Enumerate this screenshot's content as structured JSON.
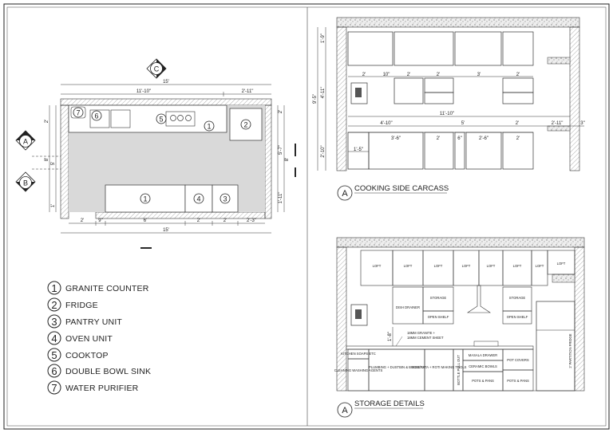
{
  "legend": [
    {
      "num": "1",
      "label": "GRANITE COUNTER"
    },
    {
      "num": "2",
      "label": "FRIDGE"
    },
    {
      "num": "3",
      "label": "PANTRY UNIT"
    },
    {
      "num": "4",
      "label": "OVEN UNIT"
    },
    {
      "num": "5",
      "label": "COOKTOP"
    },
    {
      "num": "6",
      "label": "DOUBLE BOWL SINK"
    },
    {
      "num": "7",
      "label": "WATER PURIFIER"
    }
  ],
  "plan": {
    "markers": {
      "a": "A",
      "b": "B",
      "c": "C"
    },
    "top_dims": {
      "overall": "15'",
      "left": "11'-10\"",
      "right": "2'-11\""
    },
    "bottom_dims": {
      "d1": "2'",
      "d2": "9\"",
      "d3": "6'",
      "d4": "2'",
      "d5": "2'",
      "d6": "2'-3\"",
      "overall": "15'"
    },
    "left_dims": {
      "d1": "2'",
      "d2": "5'",
      "d3": "1'",
      "overall": "8'"
    },
    "right_dims": {
      "d1": "2'",
      "d2": "5'-7\"",
      "d3": "1'-11\"",
      "overall": "8'"
    },
    "tags": {
      "t7": "7",
      "t6": "6",
      "t5": "5",
      "t1a": "1",
      "t2": "2",
      "t1b": "1",
      "t4": "4",
      "t3": "3"
    }
  },
  "carcass": {
    "title_marker": "A",
    "title": "COOKING SIDE CARCASS",
    "upper_dims": {
      "u1": "2'",
      "u2": "10\"",
      "u3": "2'",
      "u4": "2'",
      "u5": "3'",
      "u6": "2'"
    },
    "mid_dims": {
      "overall": "11'-10\"",
      "right": "2'-11\""
    },
    "lower_dims": {
      "l1": "4'-10\"",
      "l2": "5'",
      "l3": "2'",
      "l4": "3'-6\"",
      "l5": "2'",
      "l6": "6\"",
      "l7": "2'-6\"",
      "l8": "2'",
      "l9": "1'-5\""
    },
    "vertical_dims": {
      "v1": "1'-9\"",
      "v2": "9'-5\"",
      "v3": "4'-11\"",
      "v4": "2'-10\"",
      "v5": "3\""
    }
  },
  "storage": {
    "title_marker": "A",
    "title": "STORAGE DETAILS",
    "loft_label": "LOFT",
    "labels": {
      "dish_drainer": "DISH DRAINER",
      "storage_1": "STORAGE",
      "open_shelf_1": "OPEN SHELF",
      "storage_2": "STORAGE",
      "open_shelf_2": "OPEN SHELF",
      "granite_1": "18MM GRANITE +",
      "granite_2": "18MM CEMENT SHEET",
      "height_dim": "1'-8\"",
      "kitchen_soaps": "KITCHEN SOAPS ETC",
      "cleaning": "CLEANING WASHING AGENTS",
      "plumbing": "PLUMBING + DUSTBIN & BUCKETS",
      "rice_atta": "RICE/AATA + ROTI MAKING TOOLS",
      "bottle_pullout": "BOTTLE PULL OUT",
      "masala": "MASALA DRAWER",
      "ceramic": "CERAMIC BOWLS",
      "pots_pans_1": "POTS & PANS",
      "pot_covers": "POT COVERS",
      "pots_pans_2": "POTS & PANS",
      "fridge_note": "2' PARTITION FRIDGE"
    }
  }
}
